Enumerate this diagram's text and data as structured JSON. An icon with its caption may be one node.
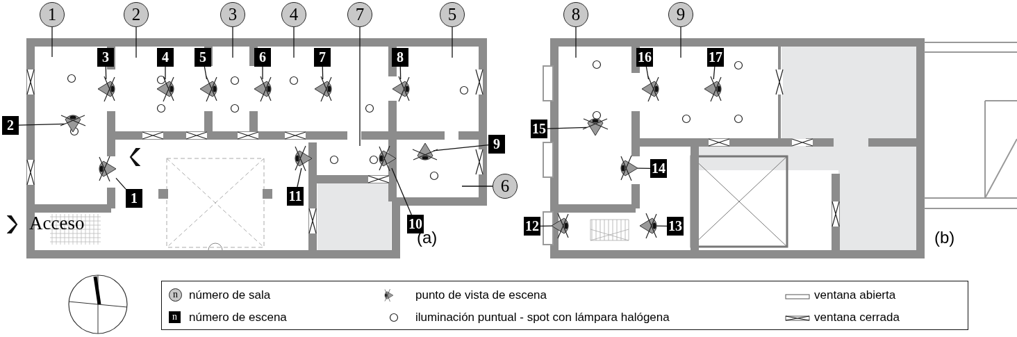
{
  "diagram": {
    "nodes": [
      {
        "text": [
          "1"
        ]
      },
      {
        "text": [
          "2"
        ]
      },
      {
        "text": [
          "3"
        ]
      },
      {
        "text": [
          "4"
        ]
      },
      {
        "text": [
          "7"
        ]
      },
      {
        "text": [
          "5"
        ]
      },
      {
        "text": [
          "6"
        ]
      },
      {
        "text": [
          "8"
        ]
      },
      {
        "text": [
          "9"
        ]
      },
      {
        "text": [
          "1"
        ]
      },
      {
        "text": [
          "2"
        ]
      },
      {
        "text": [
          "3"
        ]
      },
      {
        "text": [
          "4"
        ]
      },
      {
        "text": [
          "5"
        ]
      },
      {
        "text": [
          "6"
        ]
      },
      {
        "text": [
          "7"
        ]
      },
      {
        "text": [
          "8"
        ]
      },
      {
        "text": [
          "9"
        ]
      },
      {
        "text": [
          "10"
        ]
      },
      {
        "text": [
          "11"
        ]
      },
      {
        "text": [
          "12"
        ]
      },
      {
        "text": [
          "13"
        ]
      },
      {
        "text": [
          "14"
        ]
      },
      {
        "text": [
          "15"
        ]
      },
      {
        "text": [
          "16"
        ]
      },
      {
        "text": [
          "17"
        ]
      },
      {
        "text": [],
        "shape": "picture"
      },
      {
        "text": [],
        "shape": "picture"
      },
      {
        "text": [],
        "shape": "picture"
      },
      {
        "text": [],
        "shape": "picture"
      },
      {
        "text": [],
        "shape": "picture"
      },
      {
        "text": [],
        "shape": "picture"
      },
      {
        "text": [],
        "shape": "picture"
      },
      {
        "text": [],
        "shape": "picture"
      },
      {
        "text": [],
        "shape": "picture"
      },
      {
        "text": [],
        "shape": "picture"
      },
      {
        "text": [],
        "shape": "picture"
      },
      {
        "text": [],
        "shape": "picture"
      },
      {
        "text": [],
        "shape": "picture"
      },
      {
        "text": [],
        "shape": "picture"
      },
      {
        "text": [],
        "shape": "picture"
      },
      {
        "text": [],
        "shape": "picture"
      },
      {
        "text": [],
        "shape": "picture"
      }
    ],
    "edges": [
      {
        "from": 0,
        "to": null,
        "arrow": "none"
      },
      {
        "from": 1,
        "to": null,
        "arrow": "none"
      },
      {
        "from": 2,
        "to": null,
        "arrow": "none"
      },
      {
        "from": 3,
        "to": null,
        "arrow": "none"
      },
      {
        "from": 4,
        "to": null,
        "arrow": "none"
      },
      {
        "from": 5,
        "to": null,
        "arrow": "none"
      },
      {
        "from": 6,
        "to": null,
        "arrow": "none"
      },
      {
        "from": 7,
        "to": null,
        "arrow": "none"
      },
      {
        "from": 8,
        "to": null,
        "arrow": "none"
      },
      {
        "from": 9,
        "to": 26,
        "arrow": "none"
      },
      {
        "from": 10,
        "to": 27,
        "arrow": "none"
      },
      {
        "from": 11,
        "to": 28,
        "arrow": "none"
      },
      {
        "from": 12,
        "to": 29,
        "arrow": "none"
      },
      {
        "from": 13,
        "to": 30,
        "arrow": "none"
      },
      {
        "from": 14,
        "to": 31,
        "arrow": "none"
      },
      {
        "from": 15,
        "to": 32,
        "arrow": "none"
      },
      {
        "from": 16,
        "to": 33,
        "arrow": "none"
      },
      {
        "from": 17,
        "to": 34,
        "arrow": "none"
      },
      {
        "from": 18,
        "to": 35,
        "arrow": "none"
      },
      {
        "from": 19,
        "to": 36,
        "arrow": "none"
      },
      {
        "from": 20,
        "to": 37,
        "arrow": "none"
      },
      {
        "from": 21,
        "to": 38,
        "arrow": "none"
      },
      {
        "from": 22,
        "to": 39,
        "arrow": "none"
      },
      {
        "from": 23,
        "to": 40,
        "arrow": "none"
      },
      {
        "from": 24,
        "to": 41,
        "arrow": "none"
      },
      {
        "from": 25,
        "to": 42,
        "arrow": "none"
      }
    ],
    "labels": [
      "Acceso",
      "(a)",
      "(b)",
      "n",
      "n"
    ],
    "legend": [
      {
        "text": "número de sala"
      },
      {
        "text": "número de escena"
      },
      {
        "text": "punto de vista de escena"
      },
      {
        "text": "iluminación puntual - spot con lámpara halógena"
      },
      {
        "text": "ventana abierta"
      },
      {
        "text": "ventana cerrada"
      }
    ]
  }
}
